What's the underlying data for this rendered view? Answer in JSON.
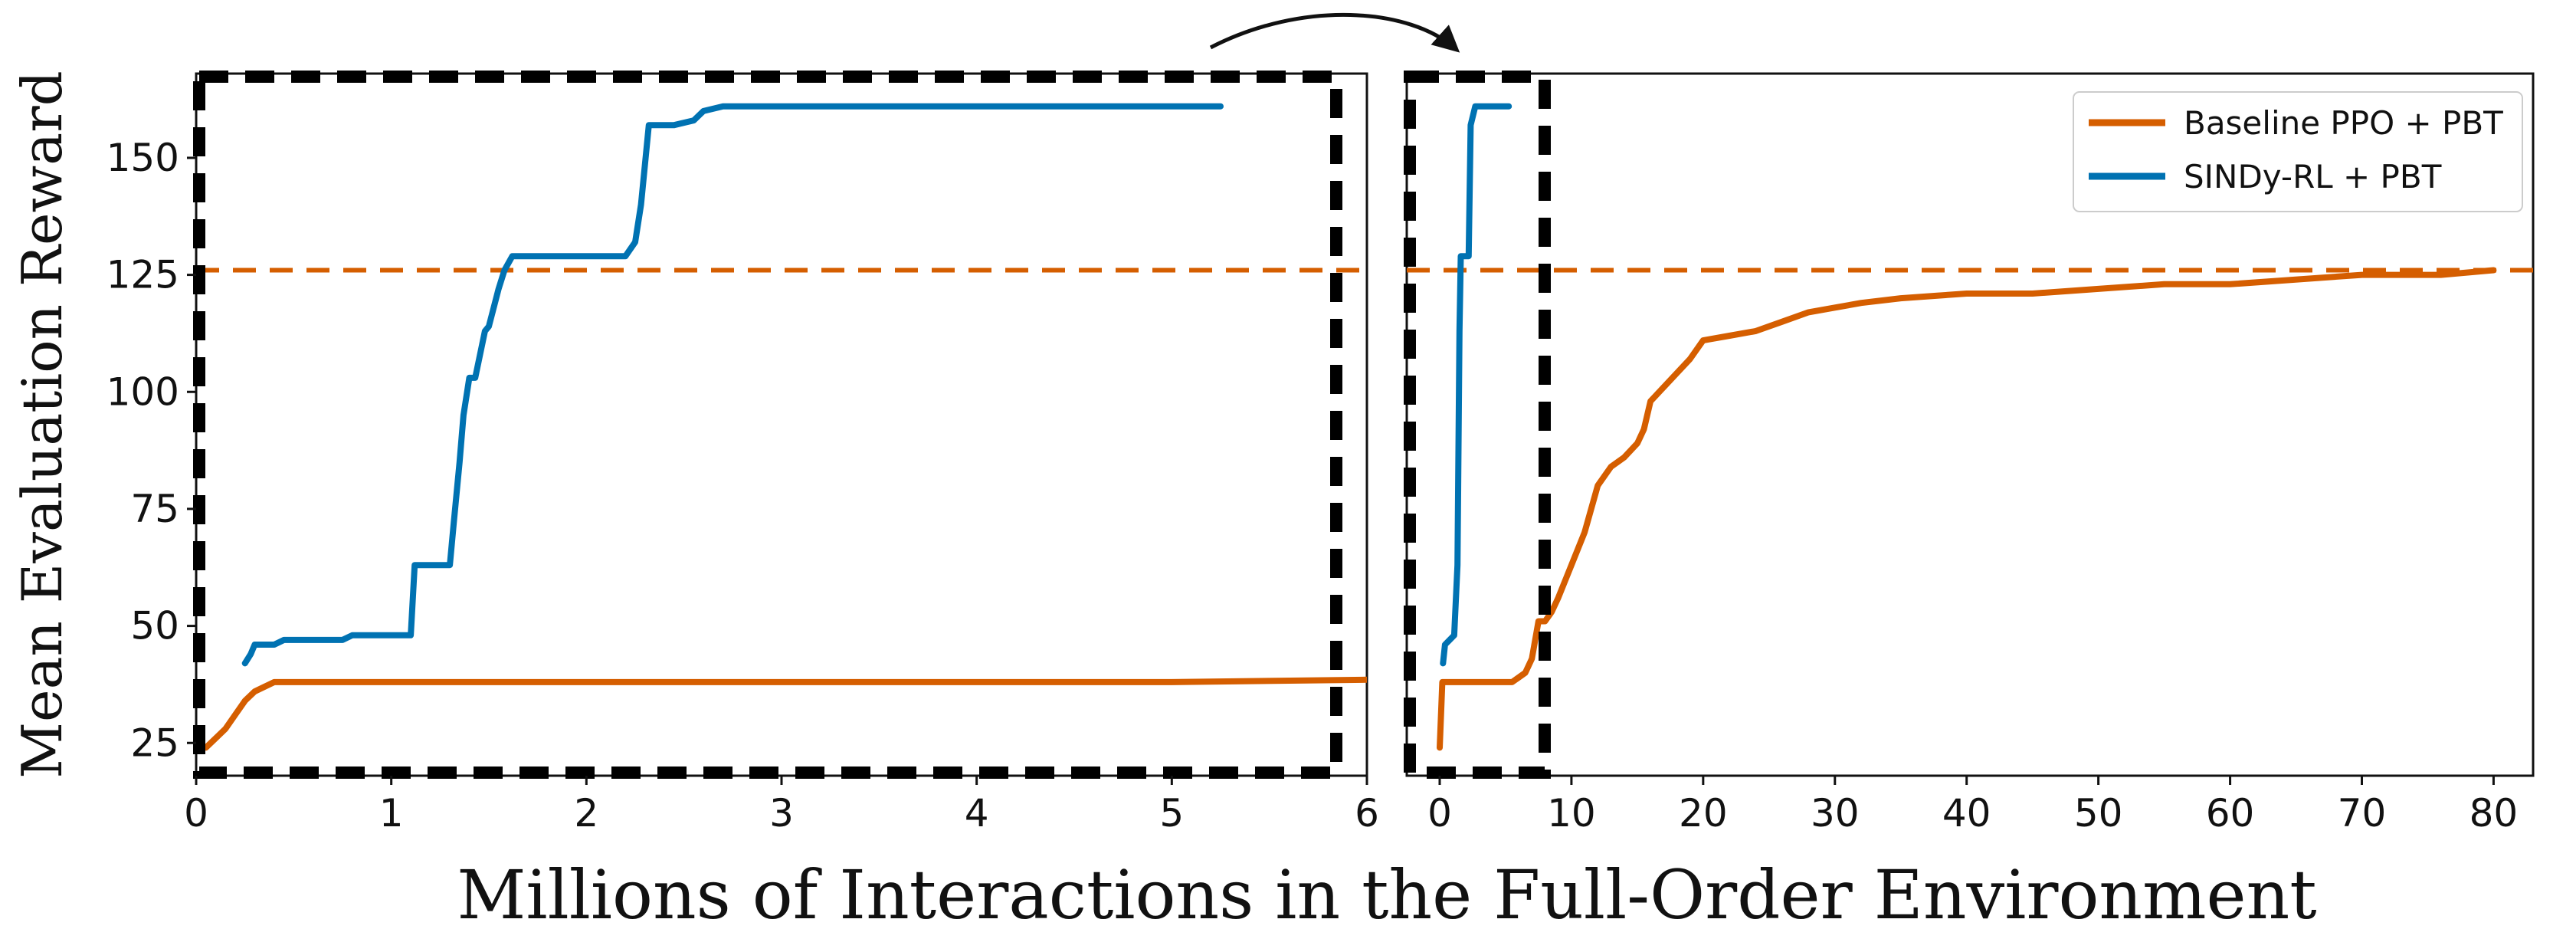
{
  "chart_data": {
    "type": "line",
    "ylabel": "Mean Evaluation Reward",
    "xlabel": "Millions of Interactions in the Full-Order Environment",
    "ylim": [
      18,
      168
    ],
    "yticks": [
      25,
      50,
      75,
      100,
      125,
      150
    ],
    "colors": {
      "baseline": "#D55E00",
      "sindy": "#0072B2"
    },
    "legend": {
      "location": "top-right",
      "entries": [
        "Baseline PPO + PBT",
        "SINDy-RL + PBT"
      ]
    },
    "annotation": "curved arrow from the zoomed left panel to the start region of the right panel",
    "reference_line": {
      "y": 126,
      "style": "dashed",
      "series": "Baseline PPO + PBT"
    },
    "panels": [
      {
        "name": "zoom",
        "xlim": [
          0,
          6
        ],
        "xticks": [
          0,
          1,
          2,
          3,
          4,
          5,
          6
        ],
        "series": [
          {
            "name": "Baseline PPO + PBT",
            "x": [
              0.05,
              0.1,
              0.15,
              0.2,
              0.25,
              0.3,
              0.35,
              0.4,
              0.5,
              1,
              2,
              3,
              4,
              5,
              6
            ],
            "y": [
              24,
              26,
              28,
              31,
              34,
              36,
              37,
              38,
              38,
              38,
              38,
              38,
              38,
              38,
              38.5
            ]
          },
          {
            "name": "SINDy-RL + PBT",
            "x": [
              0.25,
              0.28,
              0.3,
              0.33,
              0.4,
              0.45,
              0.75,
              0.8,
              1.1,
              1.12,
              1.3,
              1.32,
              1.35,
              1.37,
              1.4,
              1.43,
              1.48,
              1.5,
              1.55,
              1.58,
              1.62,
              2.2,
              2.25,
              2.28,
              2.32,
              2.45,
              2.55,
              2.6,
              2.7,
              5.25
            ],
            "y": [
              42,
              44,
              46,
              46,
              46,
              47,
              47,
              48,
              48,
              63,
              63,
              72,
              85,
              95,
              103,
              103,
              113,
              114,
              122,
              126,
              129,
              129,
              132,
              140,
              157,
              157,
              158,
              160,
              161,
              161
            ]
          }
        ]
      },
      {
        "name": "full",
        "xlim": [
          -2.5,
          83
        ],
        "xticks": [
          0,
          10,
          20,
          30,
          40,
          50,
          60,
          70,
          80
        ],
        "series": [
          {
            "name": "Baseline PPO + PBT",
            "x": [
              0,
              0.2,
              1,
              2,
              5,
              5.5,
              6,
              6.5,
              7,
              7.5,
              8,
              8.5,
              9,
              10,
              11,
              12,
              13,
              14,
              15,
              15.5,
              16,
              17,
              18,
              19,
              20,
              22,
              24,
              26,
              28,
              30,
              32,
              35,
              40,
              45,
              50,
              55,
              60,
              70,
              76,
              80
            ],
            "y": [
              24,
              38,
              38,
              38,
              38,
              38,
              39,
              40,
              43,
              51,
              51,
              53,
              56,
              63,
              70,
              80,
              84,
              86,
              89,
              92,
              98,
              101,
              104,
              107,
              111,
              112,
              113,
              115,
              117,
              118,
              119,
              120,
              121,
              121,
              122,
              123,
              123,
              125,
              125,
              126
            ]
          },
          {
            "name": "SINDy-RL + PBT",
            "x": [
              0.25,
              0.4,
              0.75,
              1.1,
              1.35,
              1.5,
              1.6,
              2.2,
              2.35,
              2.7,
              5.25
            ],
            "y": [
              42,
              46,
              47,
              48,
              63,
              113,
              129,
              129,
              157,
              161,
              161
            ]
          }
        ]
      }
    ]
  }
}
